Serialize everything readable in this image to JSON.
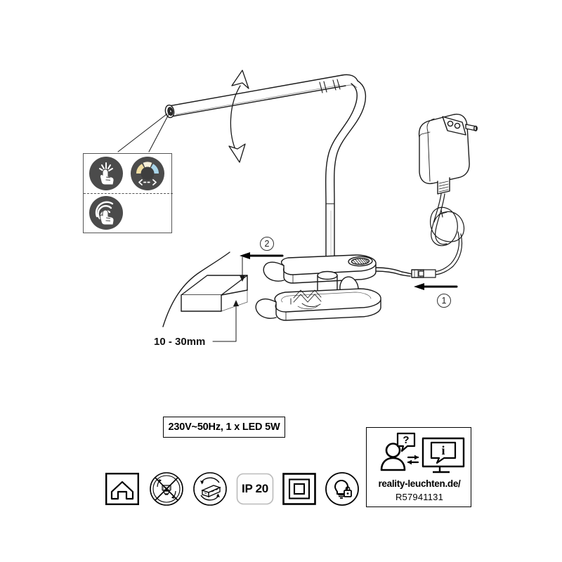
{
  "document": {
    "type": "product-instruction-sheet",
    "product": "LED clamp lamp"
  },
  "specification": {
    "label": "230V~50Hz, 1 x LED 5W"
  },
  "dimension": {
    "clamp_range": "10 - 30mm"
  },
  "steps": [
    {
      "number": "1",
      "name": "connect-power-adapter"
    },
    {
      "number": "2",
      "name": "attach-clamp-to-surface"
    }
  ],
  "feature_panel": {
    "icons": [
      {
        "name": "touch-switch-icon",
        "label": "touch-tap"
      },
      {
        "name": "color-temperature-icon",
        "label": "cct-adjust",
        "warm_color": "#f3dfa0",
        "cool_color": "#a8d4e8"
      },
      {
        "name": "touch-and-hold-dimmer-icon",
        "label": "touch-hold-dim"
      }
    ]
  },
  "symbols": [
    {
      "name": "indoor-use-icon",
      "label": "indoor-use"
    },
    {
      "name": "non-replaceable-led-icon",
      "label": "led-not-replaceable"
    },
    {
      "name": "replaceable-driver-icon",
      "label": "driver-replaceable"
    },
    {
      "name": "ip-rating-icon",
      "label": "IP 20"
    },
    {
      "name": "class-2-insulation-icon",
      "label": "double-insulated"
    },
    {
      "name": "non-replaceable-lamp-lock-icon",
      "label": "lamp-locked"
    }
  ],
  "support": {
    "url": "reality-leuchten.de/",
    "article_number": "R57941131",
    "question_mark": "?",
    "info_mark": "i"
  }
}
